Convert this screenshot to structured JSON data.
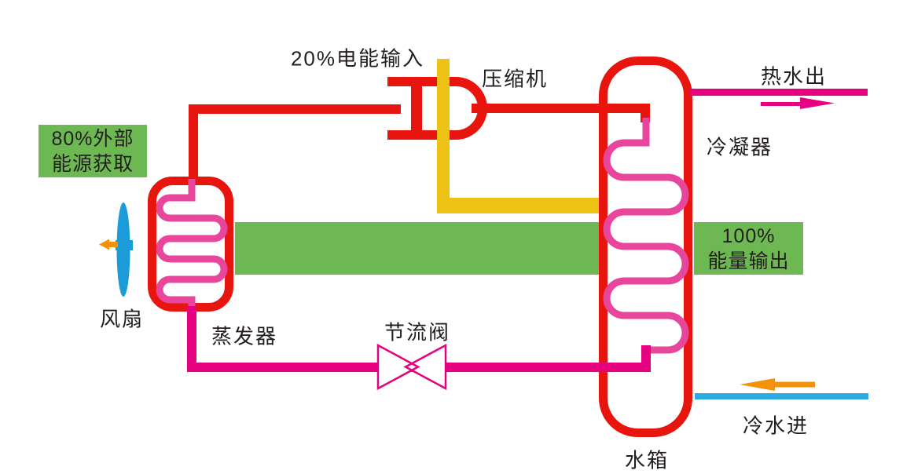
{
  "diagram": {
    "description": "heat pump water heater energy flow schematic",
    "labels": {
      "electric_input": "20%电能输入",
      "compressor": "压缩机",
      "hot_water_out": "热水出",
      "condenser": "冷凝器",
      "fan": "风扇",
      "evaporator": "蒸发器",
      "throttle_valve": "节流阀",
      "water_tank": "水箱",
      "cold_water_in": "冷水进"
    },
    "boxes": {
      "external_energy": {
        "line1": "80%外部",
        "line2": "能源获取"
      },
      "energy_output": {
        "line1": "100%",
        "line2": "能量输出"
      }
    },
    "colors": {
      "red": "#e8150e",
      "magenta": "#e5017f",
      "coil_pink": "#e8459c",
      "green": "#6db852",
      "yellow": "#eec214",
      "fan_blue": "#1b9cd8",
      "water_blue": "#2aabe2",
      "orange": "#f39208",
      "text": "#221e1c",
      "background": "#ffffff"
    }
  }
}
